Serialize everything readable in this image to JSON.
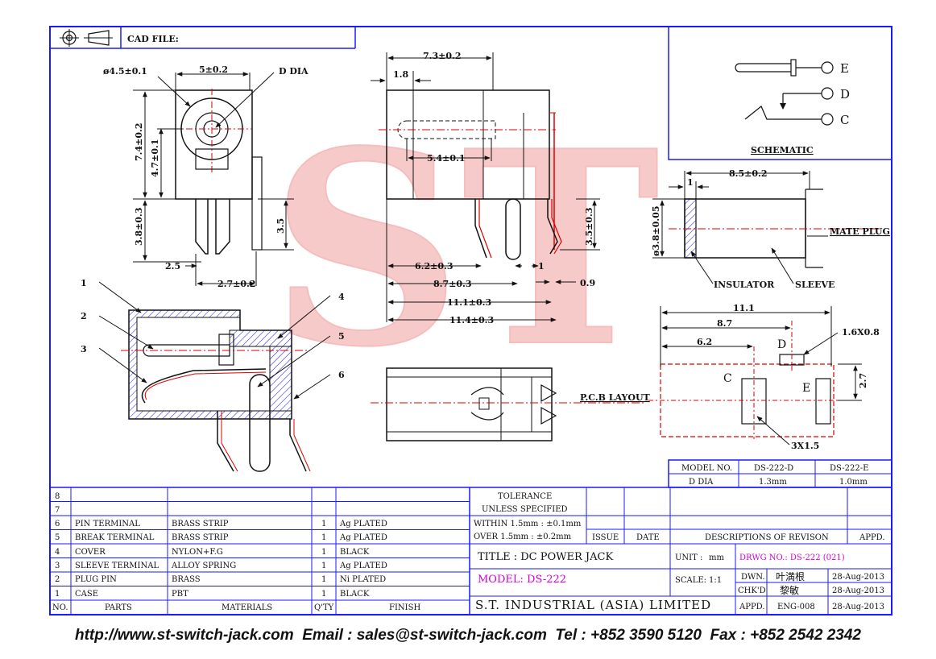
{
  "header": {
    "cad_file_label": "CAD FILE:"
  },
  "dims_front": [
    "ø4.5±0.1",
    "5±0.2",
    "D DIA",
    "7.4±0.2",
    "4.7±0.1",
    "3.8±0.3",
    "3.5",
    "2.5",
    "2.7±0.2"
  ],
  "dims_side": [
    "7.3±0.2",
    "1.8",
    "5.4±0.1",
    "3.5±0.3",
    "6.2±0.3",
    "1",
    "8.7±0.3",
    "0.9",
    "11.1±0.3",
    "11.4±0.3"
  ],
  "plug": {
    "dim_len": "8.5±0.2",
    "dim_one": "1",
    "dim_dia": "ø3.8±0.05",
    "mate": "MATE PLUG",
    "insulator": "INSULATOR",
    "sleeve": "SLEEVE"
  },
  "schematic": {
    "title": "SCHEMATIC",
    "pins": [
      "E",
      "D",
      "C"
    ]
  },
  "pcb": {
    "label": "P.C.B LAYOUT",
    "d111": "11.1",
    "d87": "8.7",
    "d62": "6.2",
    "d16": "1.6X0.8",
    "d27": "2.7",
    "d3x": "3X1.5",
    "D": "D",
    "C": "C",
    "E": "E"
  },
  "section_nums": [
    "1",
    "2",
    "3",
    "4",
    "5",
    "6"
  ],
  "model_table": {
    "h1": "MODEL NO.",
    "h2": "DS-222-D",
    "h3": "DS-222-E",
    "r1": "D DIA",
    "r2": "1.3mm",
    "r3": "1.0mm"
  },
  "bom": {
    "headers": [
      "NO.",
      "PARTS",
      "MATERIALS",
      "Q'TY",
      "FINISH"
    ],
    "rows": [
      [
        "8",
        "",
        "",
        "",
        ""
      ],
      [
        "7",
        "",
        "",
        "",
        ""
      ],
      [
        "6",
        "PIN TERMINAL",
        "BRASS STRIP",
        "1",
        "Ag PLATED"
      ],
      [
        "5",
        "BREAK TERMINAL",
        "BRASS STRIP",
        "1",
        "Ag PLATED"
      ],
      [
        "4",
        "COVER",
        "NYLON+F.G",
        "1",
        "BLACK"
      ],
      [
        "3",
        "SLEEVE TERMINAL",
        "ALLOY SPRING",
        "1",
        "Ag PLATED"
      ],
      [
        "2",
        "PLUG PIN",
        "BRASS",
        "1",
        "Ni PLATED"
      ],
      [
        "1",
        "CASE",
        "PBT",
        "1",
        "BLACK"
      ]
    ]
  },
  "tolerance": {
    "t1": "TOLERANCE",
    "t2": "UNLESS SPECIFIED",
    "t3": "WITHIN 1.5mm : ±0.1mm",
    "t4": "OVER 1.5mm : ±0.2mm"
  },
  "revision": {
    "issue": "ISSUE",
    "date": "DATE",
    "desc": "DESCRIPTIONS OF REVISON",
    "appd": "APPD."
  },
  "title_block": {
    "title": "TITLE : DC POWER JACK",
    "unit_label": "UNIT :",
    "unit": "mm",
    "drwg": "DRWG NO.: DS-222 (021)",
    "model": "MODEL: DS-222",
    "scale_label": "SCALE:",
    "scale": "1:1",
    "company": "S.T. INDUSTRIAL (ASIA) LIMITED",
    "dwn": "DWN.",
    "chkd": "CHK'D",
    "appd": "APPD.",
    "dwn_name": "叶満根",
    "chkd_name": "黎敏",
    "appd_name": "ENG-008",
    "d1": "28-Aug-2013",
    "d2": "28-Aug-2013",
    "d3": "28-Aug-2013"
  },
  "watermark": "ST",
  "footer": "http://www.st-switch-jack.com  Email : sales@st-switch-jack.com  Tel : +852 3590 5120  Fax : +852 2542 2342"
}
